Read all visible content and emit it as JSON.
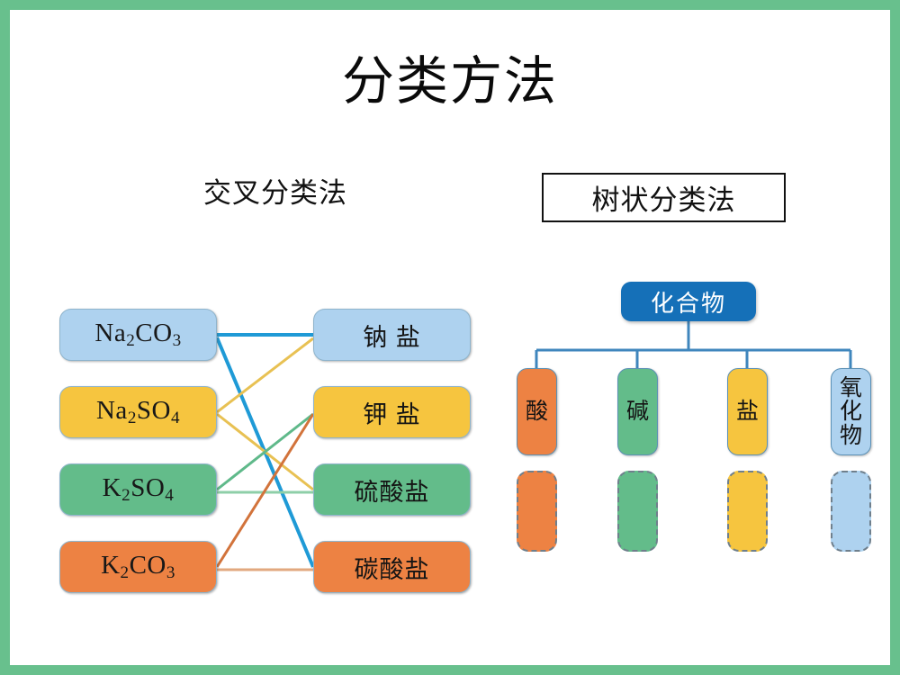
{
  "slide": {
    "title": "分类方法",
    "frame_color": "#68c08d",
    "background": "#ffffff"
  },
  "left_panel": {
    "heading": "交叉分类法",
    "substances": [
      {
        "label": "Na",
        "sub1": "2",
        "mid": "CO",
        "sub2": "3",
        "full": "Na2CO3",
        "color": "#aed2ef",
        "color_name": "light-blue"
      },
      {
        "label": "Na",
        "sub1": "2",
        "mid": "SO",
        "sub2": "4",
        "full": "Na2SO4",
        "color": "#f6c53f",
        "color_name": "yellow"
      },
      {
        "label": "K",
        "sub1": "2",
        "mid": "SO",
        "sub2": "4",
        "full": "K2SO4",
        "color": "#63bc8a",
        "color_name": "green"
      },
      {
        "label": "K",
        "sub1": "2",
        "mid": "CO",
        "sub2": "3",
        "full": "K2CO3",
        "color": "#ed8243",
        "color_name": "orange"
      }
    ],
    "categories": [
      {
        "text": "钠 盐",
        "color": "#aed2ef",
        "color_name": "light-blue"
      },
      {
        "text": "钾 盐",
        "color": "#f6c53f",
        "color_name": "yellow"
      },
      {
        "text": "硫酸盐",
        "color": "#63bc8a",
        "color_name": "green"
      },
      {
        "text": "碳酸盐",
        "color": "#ed8243",
        "color_name": "orange"
      }
    ],
    "connections": [
      {
        "from": "Na2CO3",
        "to": "钠 盐",
        "color": "#1f9ad6"
      },
      {
        "from": "Na2CO3",
        "to": "碳酸盐",
        "color": "#1f9ad6"
      },
      {
        "from": "Na2SO4",
        "to": "钠 盐",
        "color": "#e8c153"
      },
      {
        "from": "Na2SO4",
        "to": "硫酸盐",
        "color": "#e8c153"
      },
      {
        "from": "K2SO4",
        "to": "钾 盐",
        "color": "#5fb98a"
      },
      {
        "from": "K2SO4",
        "to": "硫酸盐",
        "color": "#8ecfa8"
      },
      {
        "from": "K2CO3",
        "to": "钾 盐",
        "color": "#d2733b"
      },
      {
        "from": "K2CO3",
        "to": "碳酸盐",
        "color": "#e2a87f"
      }
    ]
  },
  "right_panel": {
    "heading": "树状分类法",
    "root": {
      "text": "化合物",
      "color": "#1570b8",
      "text_color": "#ffffff"
    },
    "children": [
      {
        "text": "酸",
        "color": "#ed8243",
        "color_name": "orange"
      },
      {
        "text": "碱",
        "color": "#63bc8a",
        "color_name": "green"
      },
      {
        "text": "盐",
        "color": "#f6c53f",
        "color_name": "yellow"
      },
      {
        "text": "氧化物",
        "color": "#aed2ef",
        "color_name": "light-blue"
      }
    ],
    "slots": [
      {
        "color": "#ed8243",
        "color_name": "orange"
      },
      {
        "color": "#63bc8a",
        "color_name": "green"
      },
      {
        "color": "#f6c53f",
        "color_name": "yellow"
      },
      {
        "color": "#aed2ef",
        "color_name": "light-blue"
      }
    ],
    "connector_color": "#3f86bd"
  }
}
